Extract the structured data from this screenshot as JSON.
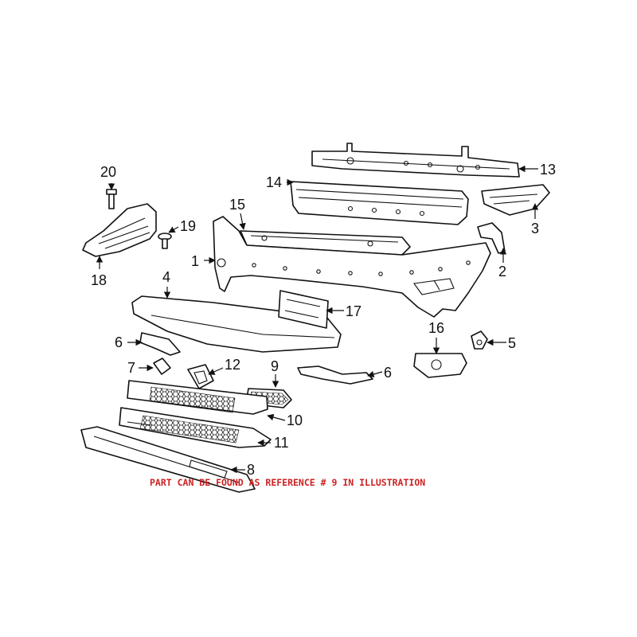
{
  "callouts": {
    "c1": "1",
    "c2": "2",
    "c3": "3",
    "c4": "4",
    "c5": "5",
    "c6a": "6",
    "c6b": "6",
    "c7": "7",
    "c8": "8",
    "c9": "9",
    "c10": "10",
    "c11": "11",
    "c12": "12",
    "c13": "13",
    "c14": "14",
    "c15": "15",
    "c16": "16",
    "c17": "17",
    "c18": "18",
    "c19": "19",
    "c20": "20"
  },
  "note": {
    "text": "PART CAN BE FOUND AS REFERENCE # 9 IN ILLUSTRATION",
    "color": "#cc2222"
  }
}
